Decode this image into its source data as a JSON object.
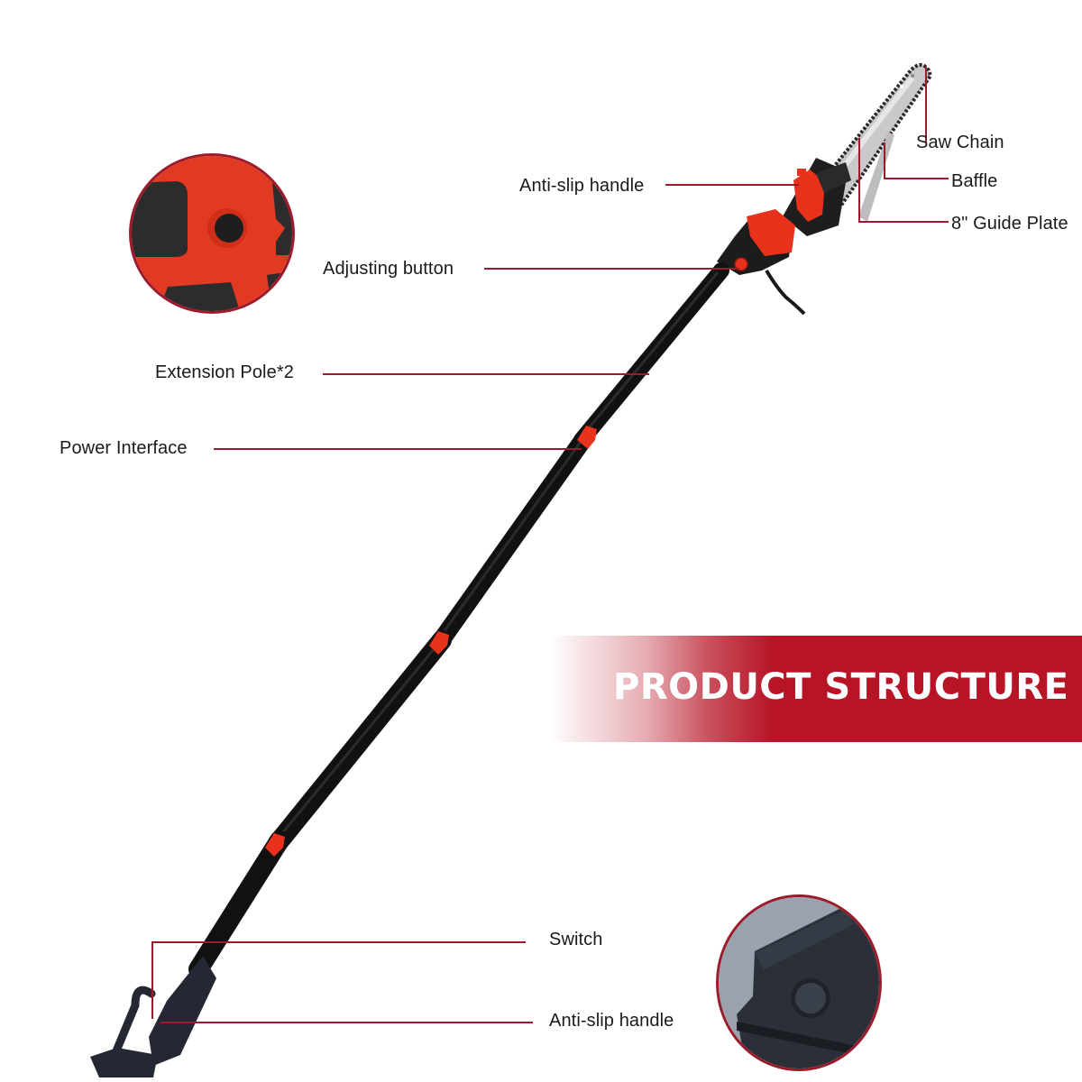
{
  "banner": {
    "title": "PRODUCT STRUCTURE"
  },
  "colors": {
    "accent": "#b71426",
    "leader": "#9b1b2c",
    "tool_red": "#e8321c",
    "tool_black": "#141414"
  },
  "callouts": [
    {
      "id": "saw-chain",
      "label": "Saw Chain"
    },
    {
      "id": "baffle",
      "label": "Baffle"
    },
    {
      "id": "guide-plate",
      "label": "8\" Guide Plate"
    },
    {
      "id": "anti-slip-handle-top",
      "label": "Anti-slip handle"
    },
    {
      "id": "adjusting-button",
      "label": "Adjusting button"
    },
    {
      "id": "extension-pole",
      "label": "Extension Pole*2"
    },
    {
      "id": "power-interface",
      "label": "Power Interface"
    },
    {
      "id": "switch",
      "label": "Switch"
    },
    {
      "id": "anti-slip-handle-bottom",
      "label": "Anti-slip handle"
    }
  ],
  "insets": [
    {
      "id": "adjusting-button-closeup",
      "subject": "red housing with black round button"
    },
    {
      "id": "switch-closeup",
      "subject": "black handle with round switch button"
    }
  ]
}
